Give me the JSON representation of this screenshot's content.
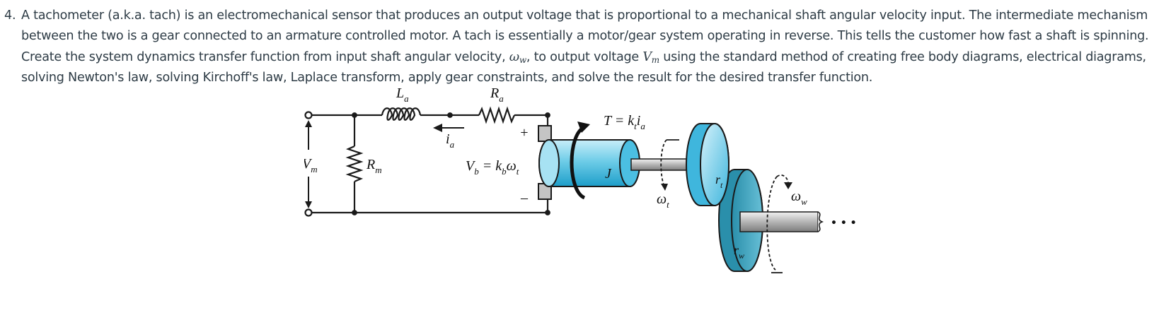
{
  "question": {
    "number": "4.",
    "text_1": "A tachometer (a.k.a. tach) is an electromechanical sensor that produces an output voltage that is proportional to a mechanical shaft angular velocity input.  The intermediate mechanism between the two is a gear connected to an armature controlled motor.  A tach is essentially a motor/gear system operating in reverse.  This tells the customer how fast a shaft is spinning.  Create the system dynamics transfer function from input shaft angular velocity, ",
    "omega_symbol": "ω",
    "omega_sub": "w",
    "text_2": ", to output voltage ",
    "v_symbol": "V",
    "v_sub": "m",
    "text_3": " using the standard method of creating free body diagrams, electrical diagrams, solving Newton's law, solving Kirchoff's law, Laplace transform, apply gear constraints, and solve the result for the desired transfer function."
  },
  "diagram": {
    "La": {
      "main": "L",
      "sub": "a"
    },
    "Ra": {
      "main": "R",
      "sub": "a"
    },
    "Rm": {
      "main": "R",
      "sub": "m"
    },
    "Vm": {
      "main": "V",
      "sub": "m"
    },
    "ia": {
      "main": "i",
      "sub": "a"
    },
    "plus": "+",
    "minus": "–",
    "vb_eq": {
      "p1": "V",
      "s1": "b",
      "p2": " = k",
      "s2": "b",
      "p3": "ω",
      "s3": "t"
    },
    "torque_eq": {
      "p1": "T = k",
      "s1": "t",
      "p2": "i",
      "s2": "a"
    },
    "J": "J",
    "omega_t": {
      "main": "ω",
      "sub": "t"
    },
    "r_t": {
      "main": "r",
      "sub": "t"
    },
    "r_w": {
      "main": "r",
      "sub": "w"
    },
    "omega_w": {
      "main": "ω",
      "sub": "w"
    },
    "ellipsis": "• • •",
    "colors": {
      "wire": "#1a1a1a",
      "motor_body": "#6fcde8",
      "motor_dark": "#1d9ec9",
      "gear_small": "#3fb6dd",
      "gear_large": "#2a8fab",
      "shaft": "#b5b5b5",
      "brush": "#bdbdbd"
    }
  }
}
